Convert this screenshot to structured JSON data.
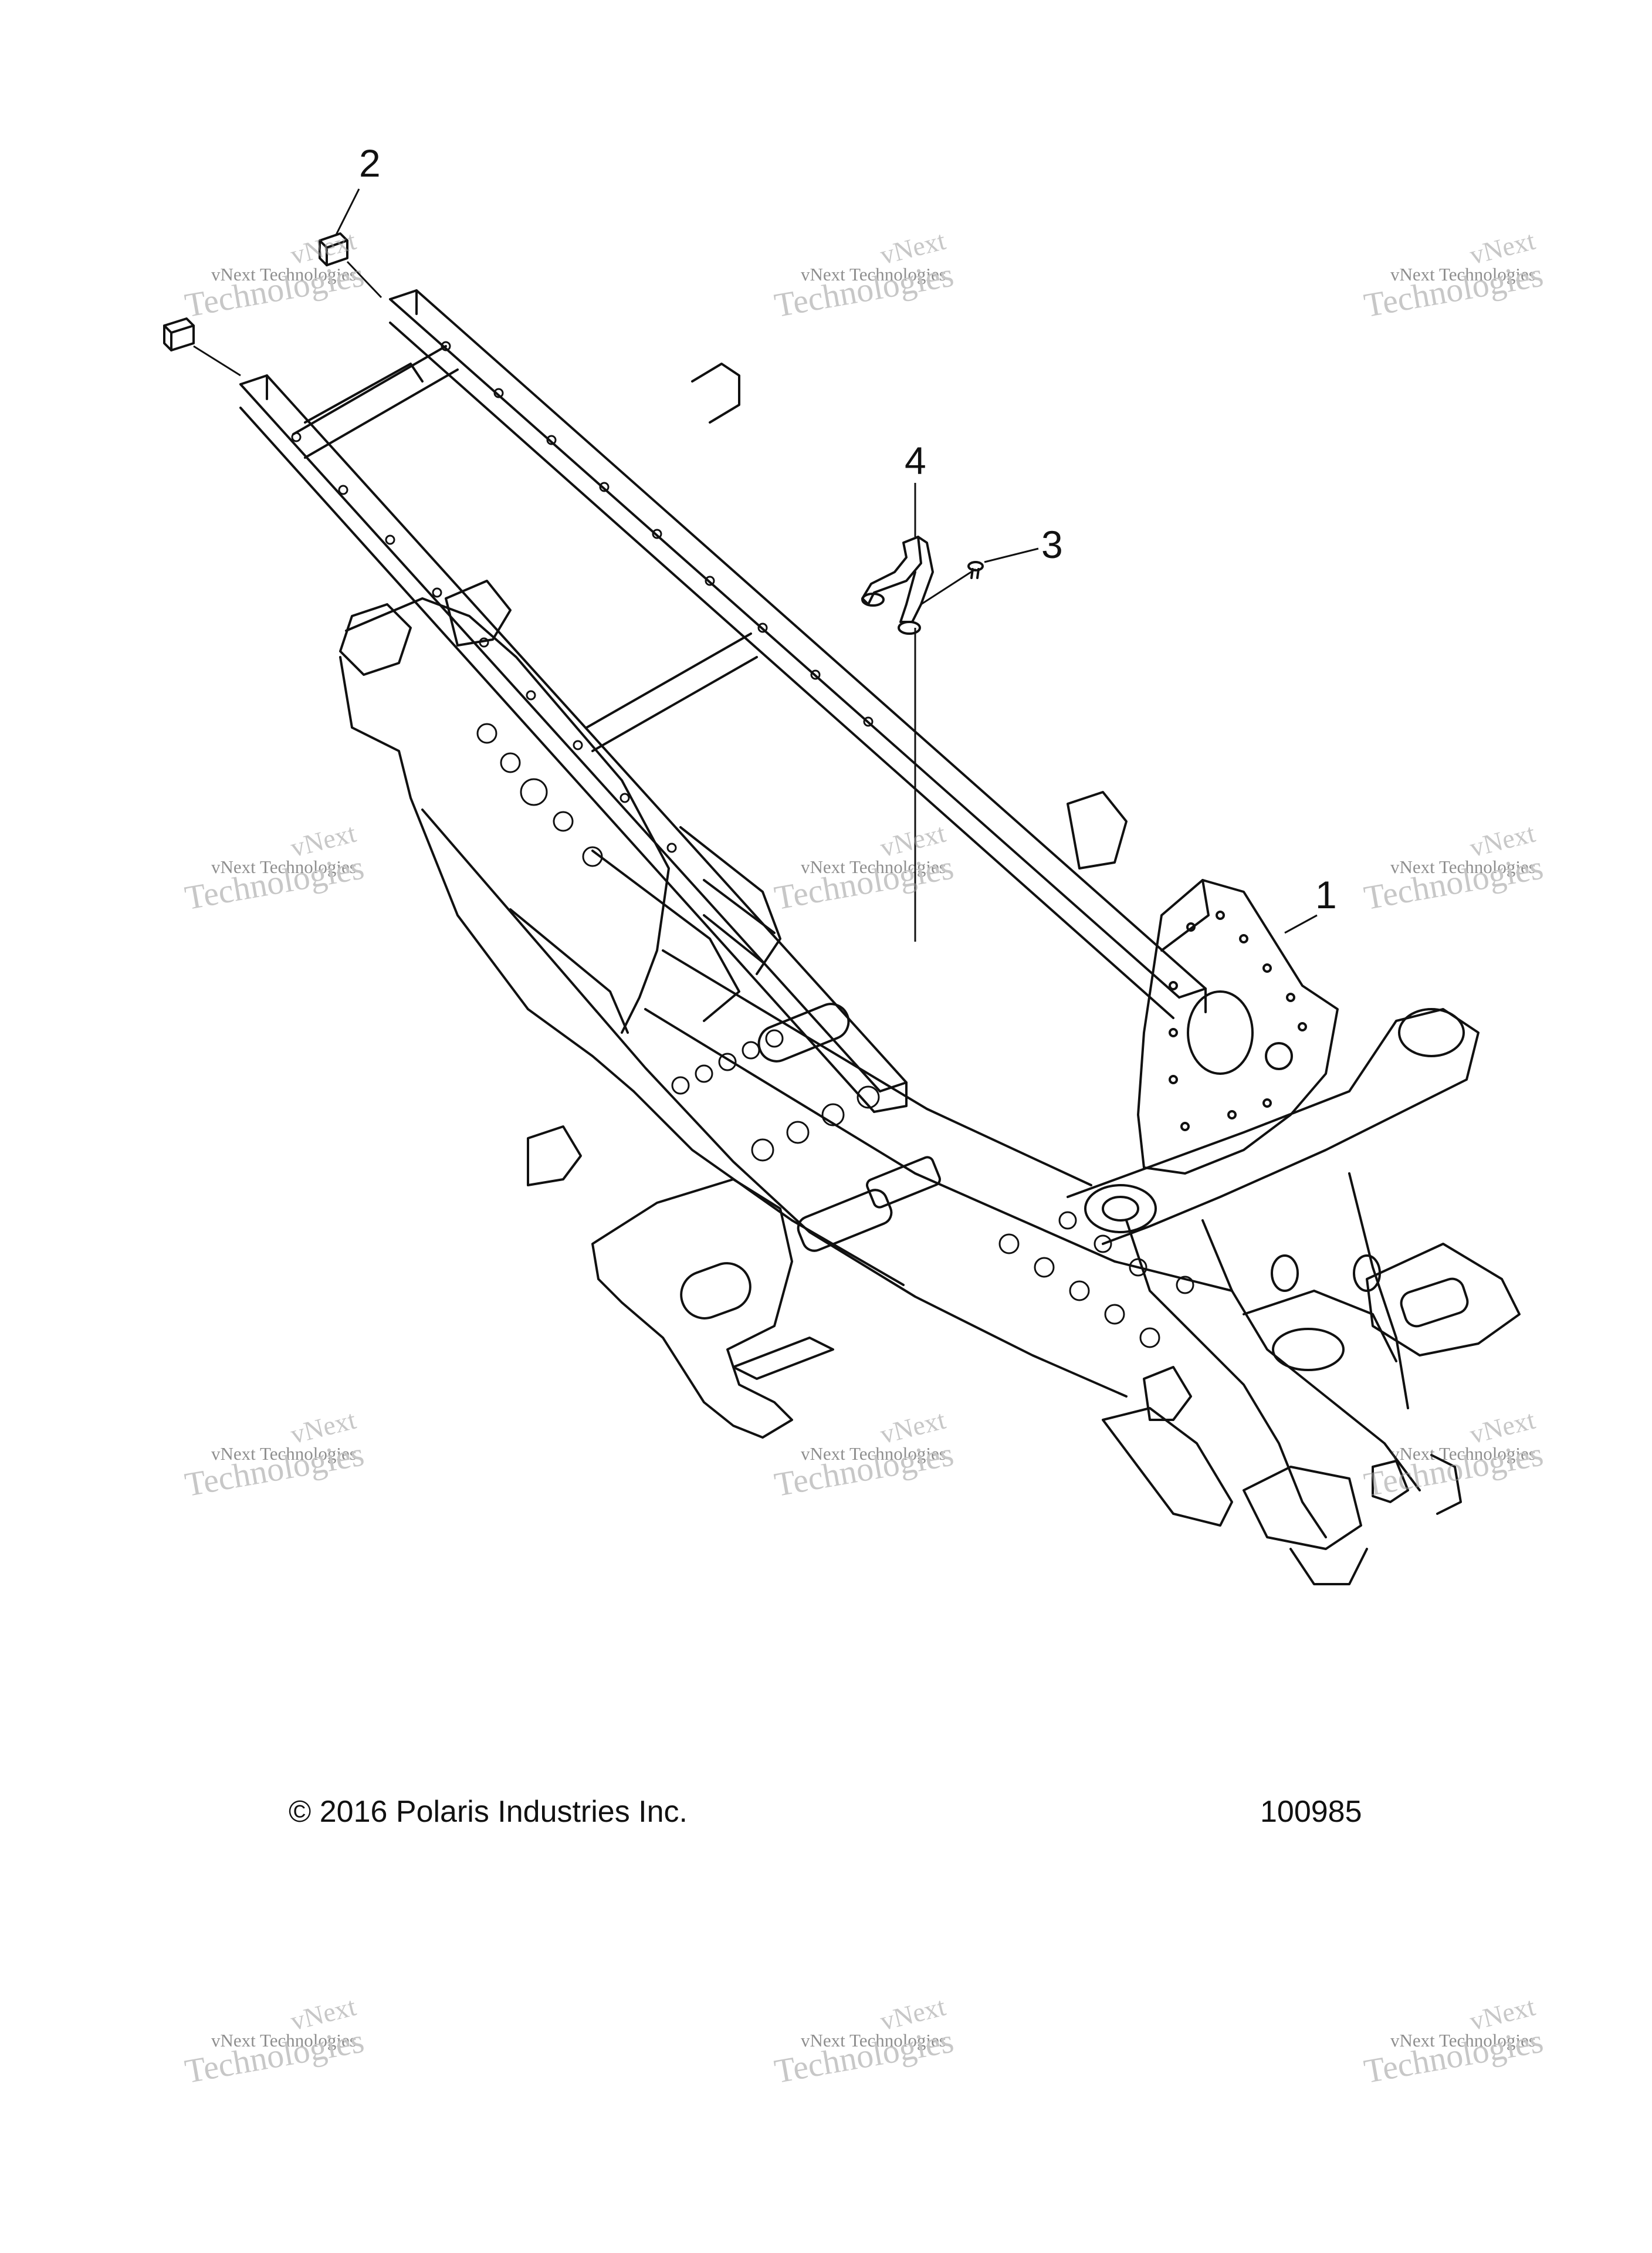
{
  "callouts": {
    "c1": "1",
    "c2": "2",
    "c3": "3",
    "c4": "4"
  },
  "footer": {
    "copyright": "© 2016 Polaris Industries Inc.",
    "figure_number": "100985"
  },
  "watermark": {
    "top": "vNext",
    "middle": "vNext Technologies",
    "bottom": "Technologies"
  }
}
